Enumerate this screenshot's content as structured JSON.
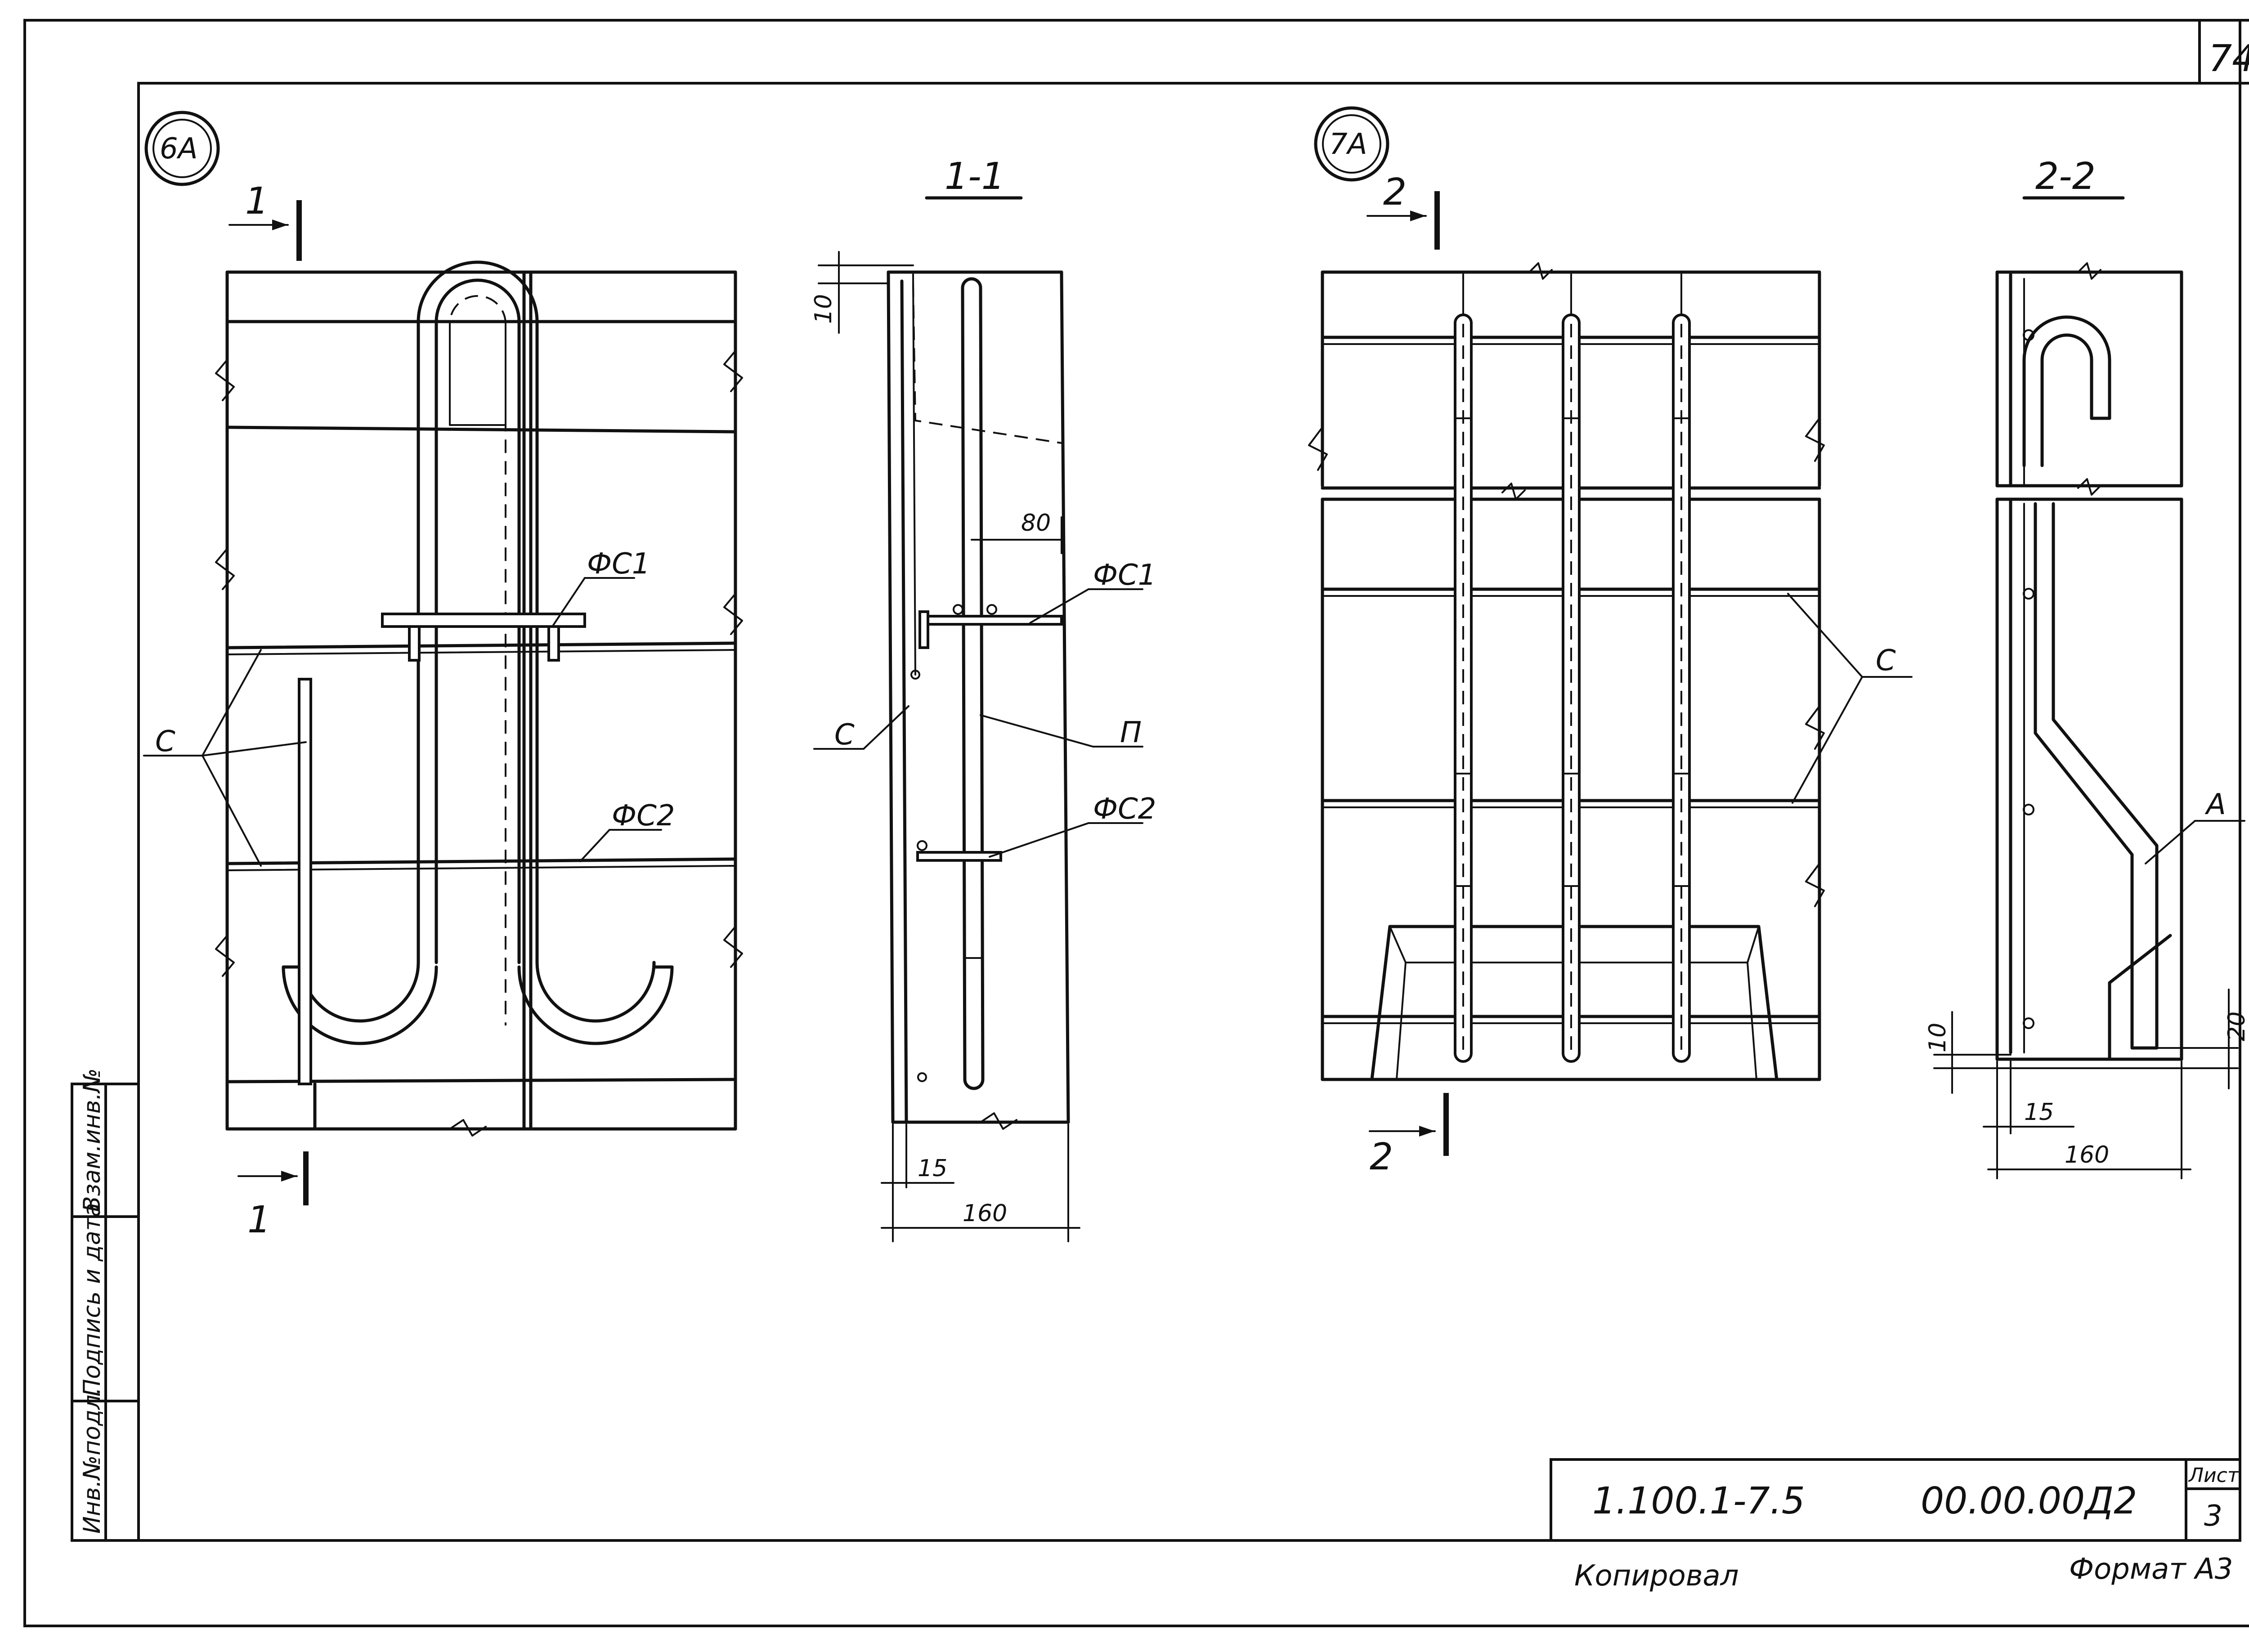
{
  "page_number": "74",
  "views": {
    "view_6a": {
      "tag": "6А",
      "section_top_mark": "1",
      "section_bottom_mark": "1",
      "label_c": "С",
      "label_fs1": "ФС1",
      "label_fs2": "ФС2"
    },
    "section_1_1": {
      "title": "1-1",
      "dim_top": "10",
      "dim_80": "80",
      "dim_15": "15",
      "dim_160": "160",
      "label_fs1": "ФС1",
      "label_fs2": "ФС2",
      "label_c": "С",
      "label_p": "П"
    },
    "view_7a": {
      "tag": "7А",
      "section_top_mark": "2",
      "section_bottom_mark": "2",
      "label_c": "С"
    },
    "section_2_2": {
      "title": "2-2",
      "dim_10": "10",
      "dim_20": "20",
      "dim_15": "15",
      "dim_160": "160",
      "label_a": "А"
    }
  },
  "side_stamp": {
    "cells": [
      "Инв.№подл.",
      "Подпись и дата",
      "Взам.инв.№"
    ]
  },
  "title_block": {
    "series": "1.100.1-7.5",
    "code": "00.00.00Д2",
    "sheet_label": "Лист",
    "sheet_number": "3"
  },
  "footer": {
    "copied": "Копировал",
    "format": "Формат А3"
  }
}
